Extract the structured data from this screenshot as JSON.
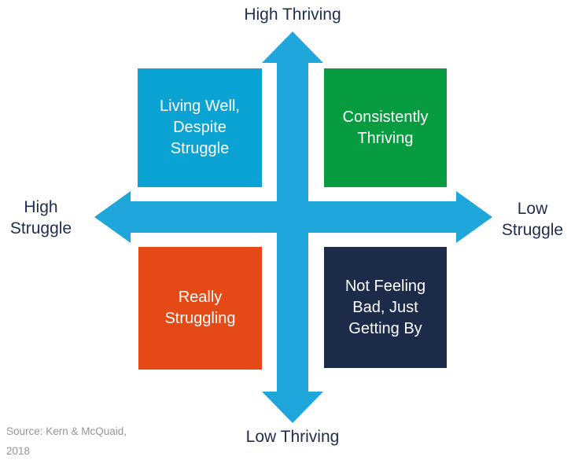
{
  "axes": {
    "top_label": "High Thriving",
    "bottom_label": "Low Thriving",
    "left_label": "High Struggle",
    "right_label": "Low Struggle",
    "arrow_color": "#1FA7DB"
  },
  "quadrants": [
    {
      "id": "living-well-despite-struggle",
      "position": "top-left",
      "label": "Living Well, Despite Struggle",
      "color": "#0BA3D4"
    },
    {
      "id": "consistently-thriving",
      "position": "top-right",
      "label": "Consistently Thriving",
      "color": "#089C41"
    },
    {
      "id": "really-struggling",
      "position": "bottom-left",
      "label": "Really Struggling",
      "color": "#E54A16"
    },
    {
      "id": "not-feeling-bad-just-getting-by",
      "position": "bottom-right",
      "label": "Not Feeling Bad, Just Getting By",
      "color": "#1B2B49"
    }
  ],
  "source": {
    "line1": "Source: Kern & McQuaid,",
    "line2": "2018"
  },
  "colors": {
    "axis_label_text": "#1F2D4D",
    "quadrant_text": "#FFFFFF",
    "source_text": "#969696",
    "background": "#FFFFFF"
  }
}
